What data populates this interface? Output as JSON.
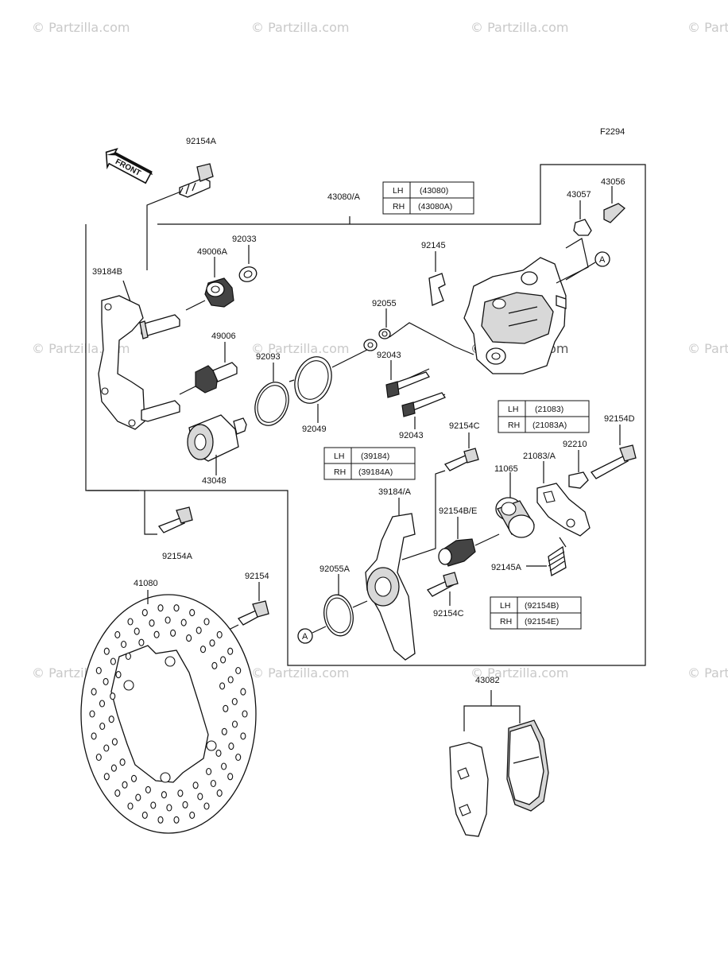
{
  "figure_code": "F2294",
  "front_label": "FRONT",
  "watermark_text": "© Partzilla.com",
  "callout_letter": "A",
  "parts": {
    "p92154A_top": "92154A",
    "p43080": "43080/A",
    "p43056": "43056",
    "p43057": "43057",
    "p39184B": "39184B",
    "p92033": "92033",
    "p49006A": "49006A",
    "p92145": "92145",
    "p92055": "92055",
    "p49006": "49006",
    "p92093": "92093",
    "p92043_a": "92043",
    "p92049": "92049",
    "p92043_b": "92043",
    "p43048": "43048",
    "p92154C_top": "92154C",
    "p92154D": "92154D",
    "p92210": "92210",
    "p21083A": "21083/A",
    "p11065": "11065",
    "p39184A": "39184/A",
    "p92154BE": "92154B/E",
    "p92154A_bot": "92154A",
    "p41080": "41080",
    "p92154": "92154",
    "p92055A": "92055A",
    "p92145A": "92145A",
    "p92154C_bot": "92154C",
    "p43082": "43082"
  },
  "tables": {
    "t43080": {
      "rows": [
        {
          "side": "LH",
          "part": "(43080)"
        },
        {
          "side": "RH",
          "part": "(43080A)"
        }
      ]
    },
    "t21083": {
      "rows": [
        {
          "side": "LH",
          "part": "(21083)"
        },
        {
          "side": "RH",
          "part": "(21083A)"
        }
      ]
    },
    "t39184": {
      "rows": [
        {
          "side": "LH",
          "part": "(39184)"
        },
        {
          "side": "RH",
          "part": "(39184A)"
        }
      ]
    },
    "t92154": {
      "rows": [
        {
          "side": "LH",
          "part": "(92154B)"
        },
        {
          "side": "RH",
          "part": "(92154E)"
        }
      ]
    }
  },
  "colors": {
    "ink": "#111111",
    "watermark": "#c9c9c9"
  }
}
